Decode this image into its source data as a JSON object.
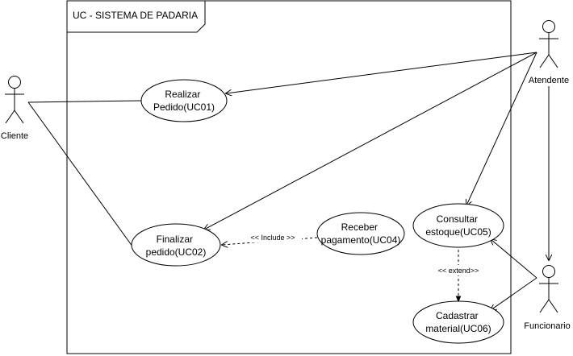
{
  "system": {
    "title": "UC - SISTEMA DE PADARIA"
  },
  "actors": {
    "cliente": "Cliente",
    "atendente": "Atendente",
    "funcionario": "Funcionario"
  },
  "use_cases": {
    "uc01": [
      "Realizar",
      "Pedido(UC01)"
    ],
    "uc02": [
      "Finalizar",
      "pedido(UC02)"
    ],
    "uc04": [
      "Receber",
      "pagamento(UC04)"
    ],
    "uc05": [
      "Consultar",
      "estoque(UC05)"
    ],
    "uc06": [
      "Cadastrar",
      "material(UC06)"
    ]
  },
  "relations": {
    "include": "<< Include >>",
    "extend": "<< extend>>"
  }
}
